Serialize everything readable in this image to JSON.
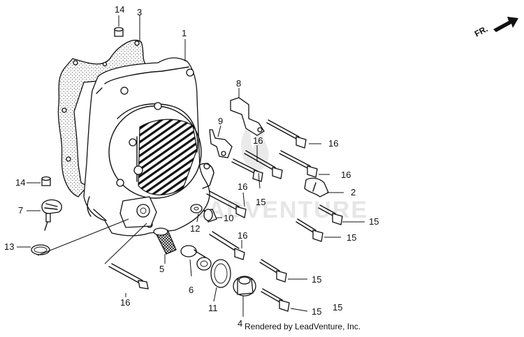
{
  "diagram": {
    "callouts": [
      "14",
      "3",
      "1",
      "8",
      "9",
      "16",
      "16",
      "16",
      "16",
      "14",
      "7",
      "13",
      "2",
      "15",
      "12",
      "10",
      "15",
      "15",
      "16",
      "5",
      "6",
      "11",
      "15",
      "16",
      "15",
      "4",
      "15"
    ],
    "orientation_label": "FR.",
    "watermark": "LEADVENTURE",
    "footer": "Rendered by LeadVenture, Inc."
  }
}
